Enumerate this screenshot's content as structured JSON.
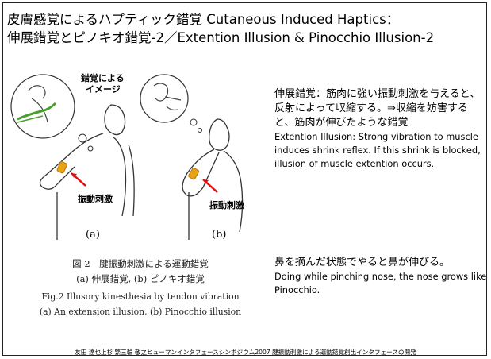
{
  "title": {
    "line1": "皮膚感覚によるハプティック錯覚 Cutaneous Induced Haptics：",
    "line2": "伸展錯覚とピノキオ錯覚-2／Extention Illusion & Pinocchio Illusion-2"
  },
  "figure": {
    "bubble_text_1": "錯覚による",
    "bubble_text_2": "イメージ",
    "label_a_stim": "振動刺激",
    "label_b_stim": "振動刺激",
    "panel_a": "(a)",
    "panel_b": "(b)",
    "caption_jp": "図 2　腱振動刺激による運動錯覚",
    "caption_jp_sub": "(a) 伸展錯覚, (b) ピノキオ錯覚",
    "caption_en": "Fig.2 Illusory kinesthesia by tendon vibration",
    "caption_en_sub": "(a) An extension illusion, (b) Pinocchio illusion"
  },
  "text": {
    "para1_jp": "伸展錯覚：筋肉に強い振動刺激を与えると、反射によって収縮する。⇒収縮を妨害すると、筋肉が伸びたような錯覚",
    "para1_en": "Extention Illusion: Strong vibration to muscle induces shrink reflex. If this shrink is blocked, illusion of muscle extention occurs.",
    "para2_jp": "鼻を摘んだ状態でやると鼻が伸びる。",
    "para2_en": "Doing while pinching nose, the nose grows like Pinocchio."
  },
  "footer": "友田 達也上杉 繁三輪 敬之ヒューマンインタフェースシンポジウム2007 腱振動刺激による運動錯覚創出インタフェースの開発",
  "colors": {
    "vibrator": "#e8a317",
    "illusion_arm": "#4aa02c",
    "arrow": "#e01010"
  }
}
